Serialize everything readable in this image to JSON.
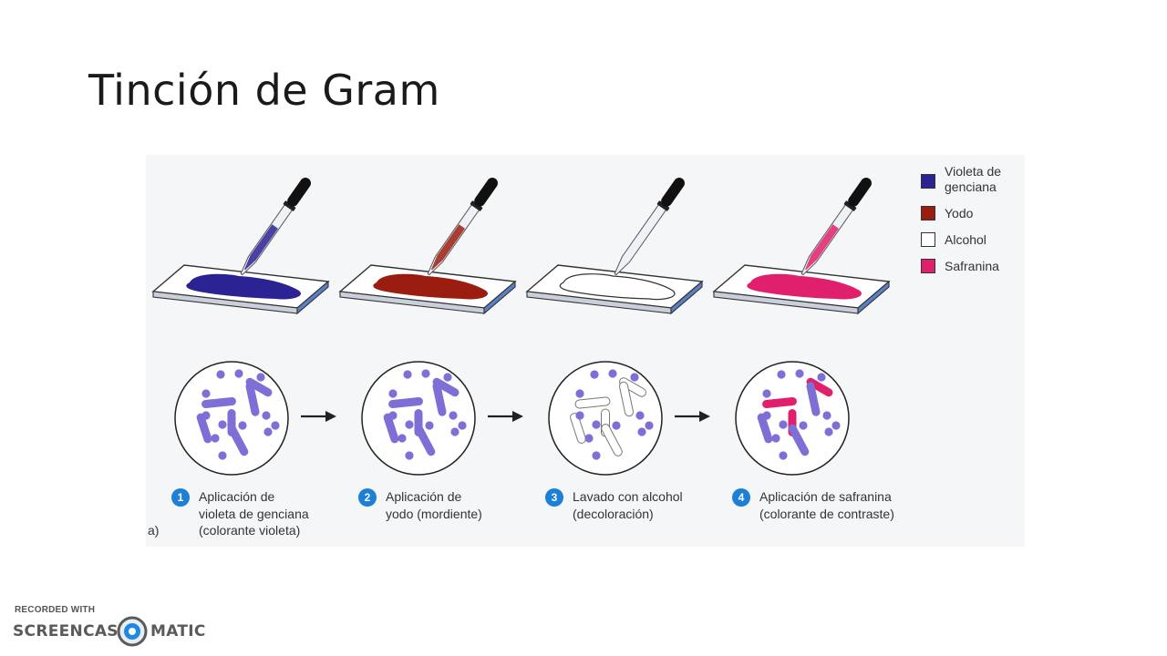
{
  "slide": {
    "title": "Tinción de Gram"
  },
  "figure": {
    "panel_label": "a)",
    "legend": [
      {
        "label": "Violeta de genciana",
        "color": "#2b2394"
      },
      {
        "label": "Yodo",
        "color": "#9a1d10"
      },
      {
        "label": "Alcohol",
        "color": "#ffffff"
      },
      {
        "label": "Safranina",
        "color": "#e0206c"
      }
    ],
    "steps": [
      {
        "number": "1",
        "text": "Aplicación de\nvioleta de genciana\n(colorante violeta)",
        "stain_color": "#2b2394",
        "cell_color": "#7e6fd6"
      },
      {
        "number": "2",
        "text": "Aplicación de\nyodo (mordiente)",
        "stain_color": "#9a1d10",
        "cell_color": "#7e6fd6"
      },
      {
        "number": "3",
        "text": "Lavado con alcohol\n(decoloración)",
        "stain_color": "#ffffff",
        "cell_color": "#ffffff"
      },
      {
        "number": "4",
        "text": "Aplicación de safranina\n(colorante de contraste)",
        "stain_color": "#e0206c",
        "cell_color": "#e0206c"
      }
    ]
  },
  "watermark": {
    "line1": "RECORDED WITH",
    "brand_left": "SCREENCAST",
    "brand_right": "MATIC"
  }
}
